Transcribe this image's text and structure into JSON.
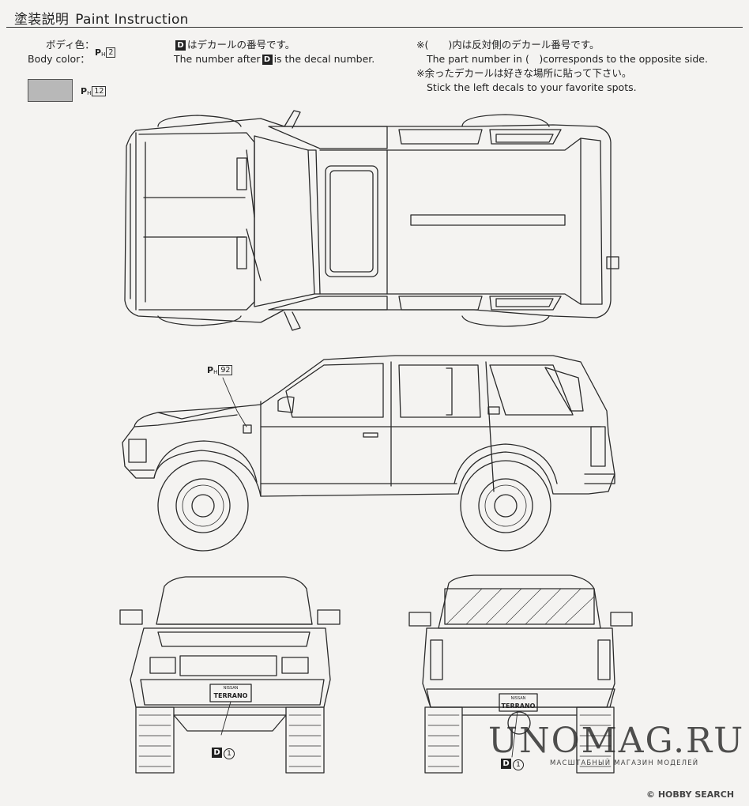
{
  "header": {
    "title_jp": "塗装説明",
    "title_en": "Paint Instruction"
  },
  "legend": {
    "body_color_jp": "ボディ色：",
    "body_color_en": "Body color：",
    "body_color_code": "2",
    "swatch_code": "12",
    "swatch_color": "#b8b8b8"
  },
  "notes": {
    "decal_jp_after": "はデカールの番号です。",
    "decal_en_before": "The number after",
    "decal_en_after": "is the decal number.",
    "decal_letter": "D",
    "opposite_jp": "※(　　)内は反対側のデカール番号です。",
    "opposite_en": "The part number in (　)corresponds to the opposite side.",
    "spare_jp": "※余ったデカールは好きな場所に貼って下さい。",
    "spare_en": "Stick the left decals to your favorite spots."
  },
  "callouts": {
    "side_paint_code": "92",
    "front_decal": "1",
    "rear_decal": "1",
    "plate_text_small": "NISSAN",
    "plate_text": "TERRANO"
  },
  "watermark": {
    "main": "UNOMAG.RU",
    "sub": "МАСШТАБНЫЙ МАГАЗИН МОДЕЛЕЙ",
    "source": "© HOBBY SEARCH"
  }
}
